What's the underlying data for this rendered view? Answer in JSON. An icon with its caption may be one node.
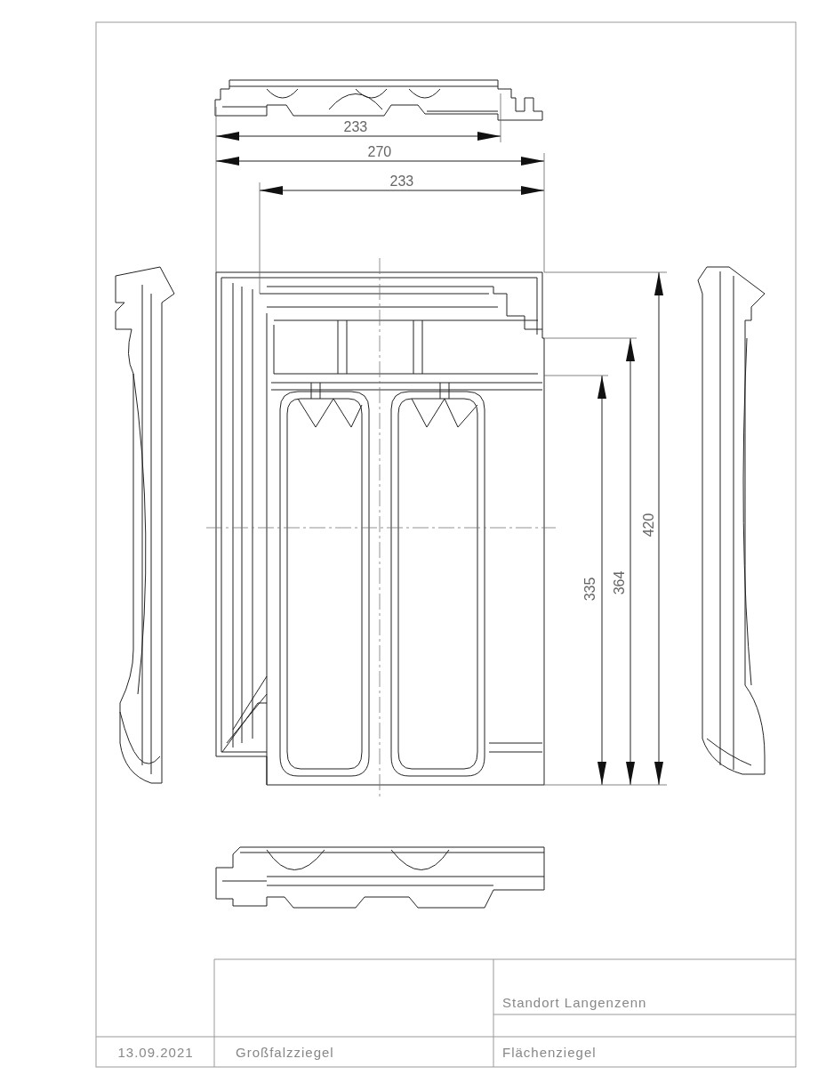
{
  "diagram": {
    "labels": [
      "233",
      "270",
      "233",
      "335",
      "364",
      "420",
      "Standort Langenzenn",
      "13.09.2021",
      "Großfalzziegel",
      "Flächenziegel"
    ]
  }
}
